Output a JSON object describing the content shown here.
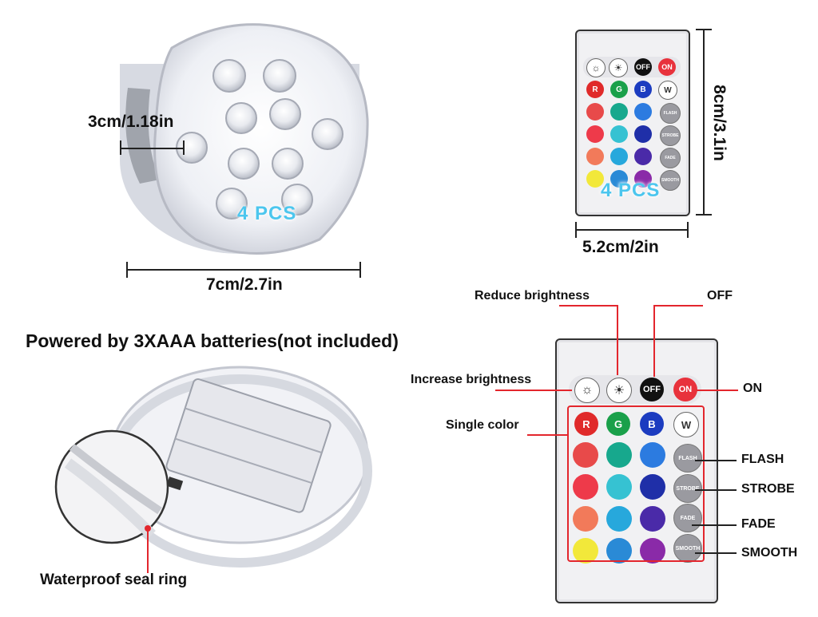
{
  "top_light": {
    "side_dim": "3cm/1.18in",
    "width_dim": "7cm/2.7in",
    "pcs": "4 PCS"
  },
  "top_remote": {
    "height_dim": "8cm/3.1in",
    "width_dim": "5.2cm/2in",
    "pcs": "4 PCS",
    "off": "OFF",
    "on": "ON",
    "r": "R",
    "g": "G",
    "b": "B",
    "w": "W",
    "flash": "FLASH",
    "strobe": "STROBE",
    "fade": "FADE",
    "smooth": "SMOOTH"
  },
  "battery": {
    "title": "Powered by 3XAAA batteries(not included)",
    "seal_label": "Waterproof seal ring"
  },
  "remote_diagram": {
    "reduce": "Reduce brightness",
    "off_label": "OFF",
    "increase": "Increase brightness",
    "on_label": "ON",
    "single": "Single color",
    "flash_label": "FLASH",
    "strobe_label": "STROBE",
    "fade_label": "FADE",
    "smooth_label": "SMOOTH",
    "off": "OFF",
    "on": "ON",
    "r": "R",
    "g": "G",
    "b": "B",
    "w": "W",
    "flash": "FLASH",
    "strobe": "STROBE",
    "fade": "FADE",
    "smooth": "SMOOTH"
  },
  "colors": {
    "annotation_red": "#e3262d",
    "pcs_blue": "#4cc6ee"
  },
  "button_grid_colors": [
    [
      "#e84a4a",
      "#17a88d",
      "#2c7be0"
    ],
    [
      "#ee3a4a",
      "#36c2d2",
      "#1f2fa8"
    ],
    [
      "#f27a5a",
      "#27a8dc",
      "#4a2aa8"
    ],
    [
      "#f2e83a",
      "#2a8ad6",
      "#8a2aa8"
    ]
  ]
}
